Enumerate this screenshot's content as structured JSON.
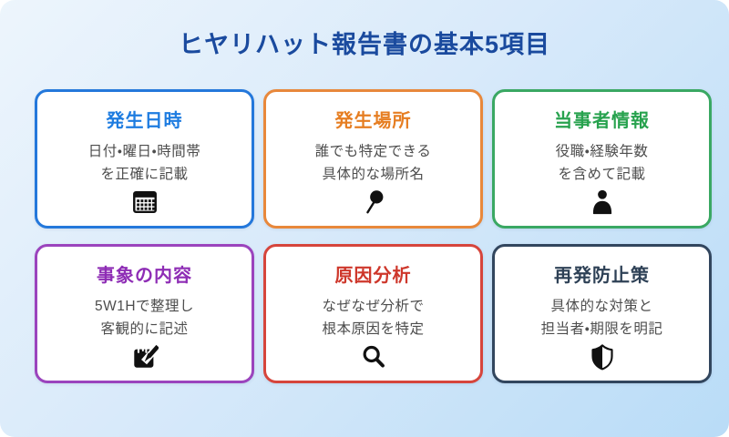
{
  "page": {
    "title": "ヒヤリハット報告書の基本5項目",
    "title_color": "#1A4A9E",
    "background_gradient": [
      "#EDF5FC",
      "#B9DCF7"
    ]
  },
  "cards": [
    {
      "title": "発生日時",
      "lines": [
        "日付・曜日・時間帯",
        "を正確に記載"
      ],
      "icon": "calendar-icon",
      "title_color": "#1E7CE0",
      "border_color": "#2478DB"
    },
    {
      "title": "発生場所",
      "lines": [
        "誰でも特定できる",
        "具体的な場所名"
      ],
      "icon": "pin-icon",
      "title_color": "#E67E22",
      "border_color": "#E8883B"
    },
    {
      "title": "当事者情報",
      "lines": [
        "役職・経験年数",
        "を含めて記載"
      ],
      "icon": "person-icon",
      "title_color": "#27A24E",
      "border_color": "#3AA863"
    },
    {
      "title": "事象の内容",
      "lines": [
        "5W1Hで整理し",
        "客観的に記述"
      ],
      "icon": "memo-pen-icon",
      "title_color": "#8E2DB5",
      "border_color": "#9B44BD"
    },
    {
      "title": "原因分析",
      "lines": [
        "なぜなぜ分析で",
        "根本原因を特定"
      ],
      "icon": "magnifier-icon",
      "title_color": "#CE372B",
      "border_color": "#D6453C"
    },
    {
      "title": "再発防止策",
      "lines": [
        "具体的な対策と",
        "担当者・期限を明記"
      ],
      "icon": "shield-icon",
      "title_color": "#2E4156",
      "border_color": "#32465E"
    }
  ]
}
